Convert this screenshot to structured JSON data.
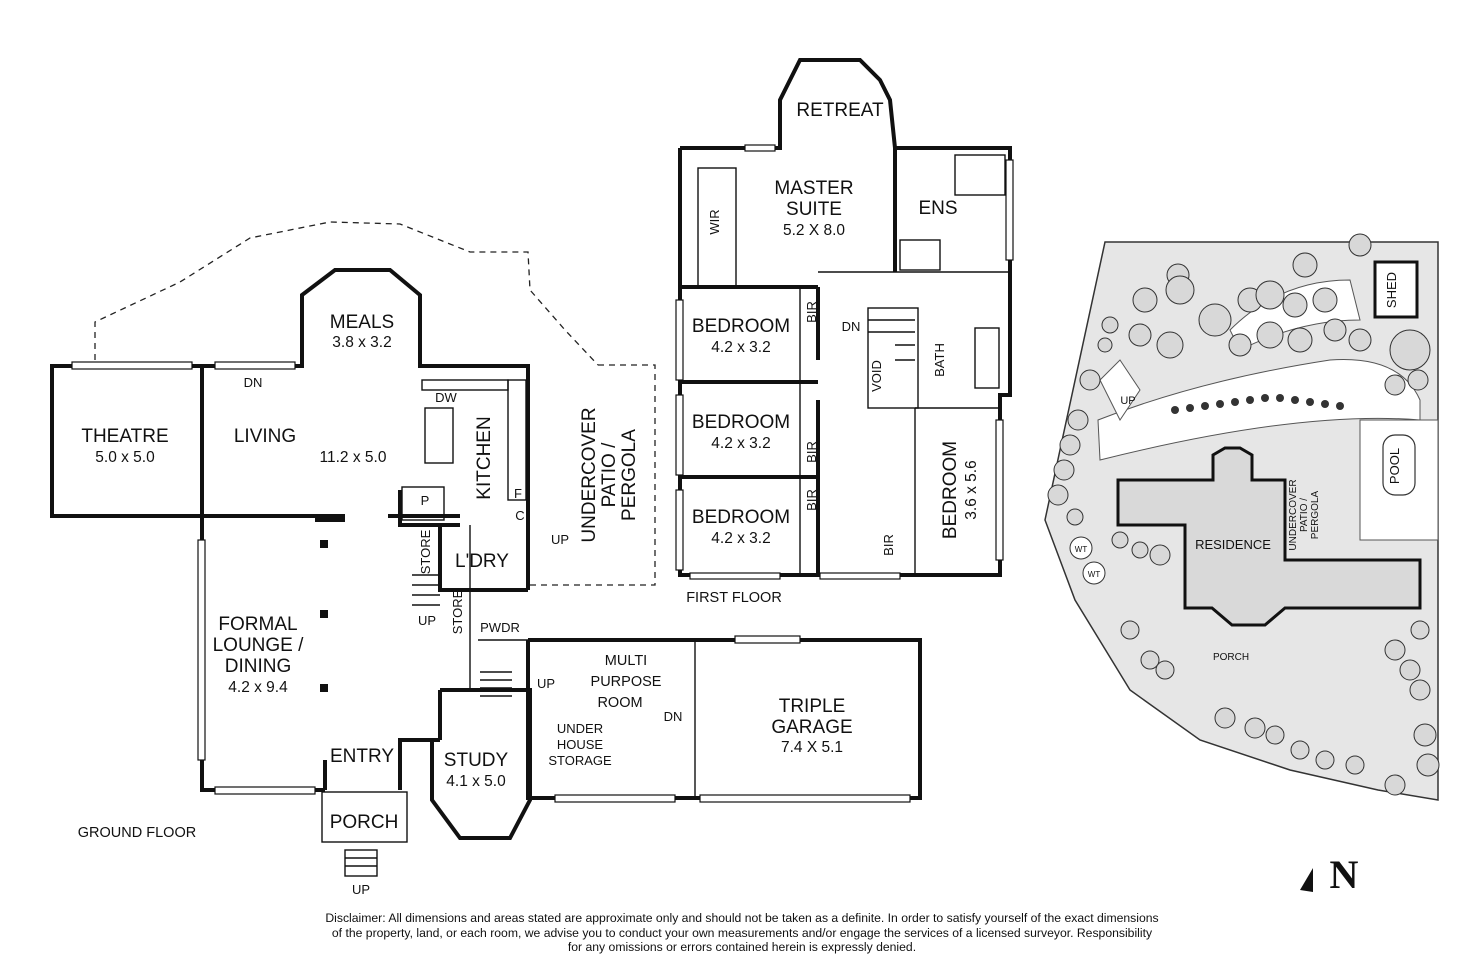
{
  "floors": {
    "ground_label": "GROUND FLOOR",
    "first_label": "FIRST FLOOR"
  },
  "rooms": {
    "theatre": {
      "name": "THEATRE",
      "dims": "5.0 x 5.0"
    },
    "living": {
      "name": "LIVING",
      "dims": "11.2 x 5.0"
    },
    "meals": {
      "name": "MEALS",
      "dims": "3.8 x 3.2"
    },
    "kitchen": {
      "name": "KITCHEN"
    },
    "patio": {
      "line1": "UNDERCOVER",
      "line2": "PATIO /",
      "line3": "PERGOLA"
    },
    "formal": {
      "line1": "FORMAL",
      "line2": "LOUNGE /",
      "line3": "DINING",
      "dims": "4.2 x 9.4"
    },
    "laundry": {
      "name": "L'DRY"
    },
    "store1": "STORE",
    "store2": "STORE",
    "pantry": "P",
    "pwdr": "PWDR",
    "fridge": "F",
    "cupboard": "C",
    "dishwasher": "DW",
    "multi": {
      "line1": "MULTI",
      "line2": "PURPOSE",
      "line3": "ROOM"
    },
    "under": {
      "line1": "UNDER",
      "line2": "HOUSE",
      "line3": "STORAGE"
    },
    "garage": {
      "line1": "TRIPLE",
      "line2": "GARAGE",
      "dims": "7.4 X 5.1"
    },
    "study": {
      "name": "STUDY",
      "dims": "4.1 x 5.0"
    },
    "entry": "ENTRY",
    "porch": "PORCH",
    "retreat": "RETREAT",
    "master": {
      "line1": "MASTER",
      "line2": "SUITE",
      "dims": "5.2 X 8.0"
    },
    "wir": "WIR",
    "ens": "ENS",
    "bed1": {
      "name": "BEDROOM",
      "dims": "4.2 x 3.2"
    },
    "bed2": {
      "name": "BEDROOM",
      "dims": "4.2 x 3.2"
    },
    "bed3": {
      "name": "BEDROOM",
      "dims": "4.2 x 3.2"
    },
    "bed4": {
      "name": "BEDROOM",
      "dims": "3.6 x 5.6"
    },
    "bir1": "BIR",
    "bir2": "BIR",
    "bir3": "BIR",
    "bir4": "BIR",
    "void": "VOID",
    "bath": "BATH"
  },
  "stairs": {
    "dn1": "DN",
    "dn2": "DN",
    "dn3": "DN",
    "up1": "UP",
    "up2": "UP",
    "up3": "UP",
    "up4": "UP"
  },
  "site": {
    "shed": "SHED",
    "pool": "POOL",
    "residence": "RESIDENCE",
    "patio_line1": "UNDERCOVER",
    "patio_line2": "PATIO /",
    "patio_line3": "PERGOLA",
    "porch": "PORCH",
    "up": "UP",
    "wt1": "WT",
    "wt2": "WT"
  },
  "compass": "N",
  "disclaimer": {
    "line1": "Disclaimer: All dimensions and areas stated are approximate only and should not be taken as a definite. In order to satisfy yourself of the exact dimensions",
    "line2": "of the property, land, or each room, we advise you to conduct your own measurements and/or engage the services of a licensed surveyor. Responsibility",
    "line3": "for any omissions or errors contained herein is expressly denied."
  },
  "colors": {
    "wall": "#111111",
    "site_fill": "#e6e6e6",
    "residence_fill": "#d9d9d9",
    "tree_fill": "#d8d8d8"
  }
}
